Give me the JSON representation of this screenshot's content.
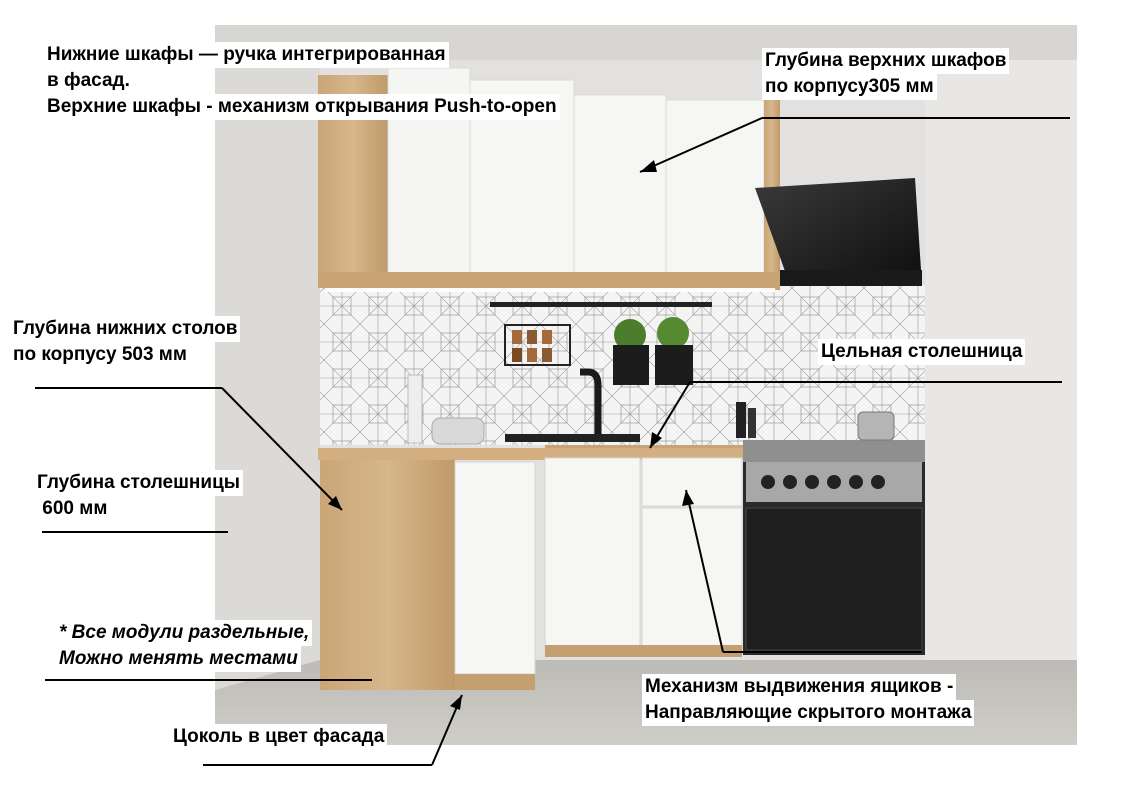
{
  "annotations": {
    "lower_handle": "Нижние шкафы — ручка интегрированная",
    "lower_handle_2": "в фасад.",
    "upper_mechanism": "Верхние шкафы - механизм открывания Push-to-open",
    "upper_depth_1": "Глубина верхних шкафов",
    "upper_depth_2": "по корпусу305 мм",
    "lower_depth_1": "Глубина нижних столов",
    "lower_depth_2": "по корпусу 503 мм",
    "countertop_solid": "Цельная столешница",
    "countertop_depth_1": "Глубина столешницы",
    "countertop_depth_2": " 600 мм",
    "modules_1": "* Все модули раздельные,",
    "modules_2": "Можно менять местами",
    "drawer_mech_1": "Механизм выдвижения ящиков -",
    "drawer_mech_2": "Направляющие скрытого монтажа",
    "plinth": "Цоколь в цвет фасада"
  },
  "colors": {
    "wood": "#c9a77a",
    "facade": "#f4f4f2",
    "wall": "#e2e0de",
    "floor": "#c9c7c2",
    "backsplash": "#f3f3f3",
    "stove_black": "#262626",
    "steel": "#9a9a9a"
  }
}
